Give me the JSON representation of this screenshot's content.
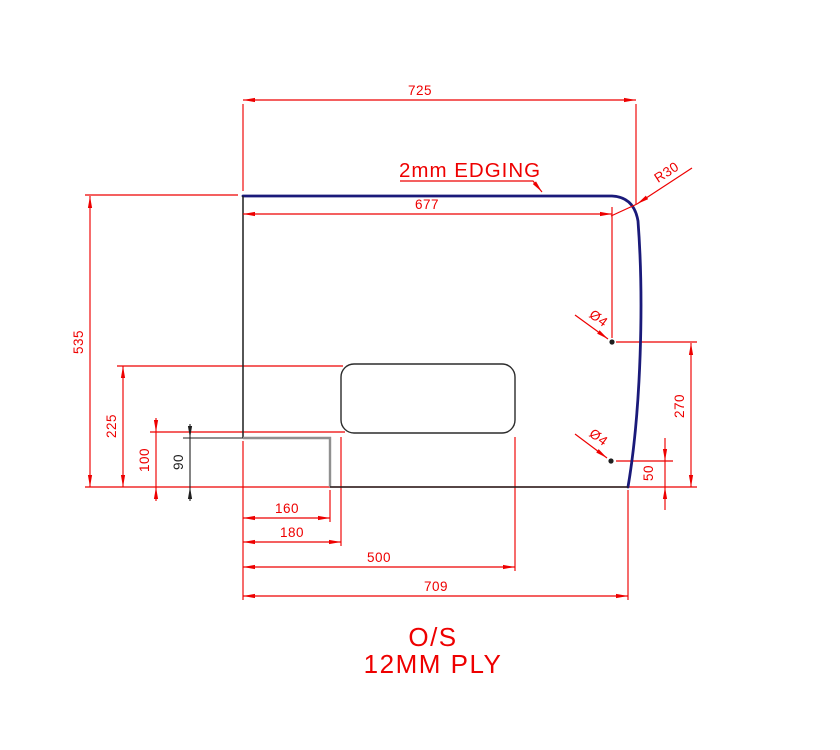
{
  "drawing": {
    "title": {
      "line1": "O/S",
      "line2": "12MM PLY"
    },
    "labels": {
      "edging": "2mm EDGING",
      "corner_radius": "R30",
      "hole_upper": "Ø4",
      "hole_lower": "Ø4"
    },
    "dims": {
      "d725": "725",
      "d677": "677",
      "d535": "535",
      "d225": "225",
      "d100": "100",
      "d90": "90",
      "d160": "160",
      "d180": "180",
      "d500": "500",
      "d709": "709",
      "d270": "270",
      "d50": "50"
    },
    "colors": {
      "dimension_red": "#ee0000",
      "outline_navy": "#1a1a7a",
      "edge_black": "#1f1f1f",
      "notch_grey": "#909090",
      "background": "#ffffff"
    }
  }
}
